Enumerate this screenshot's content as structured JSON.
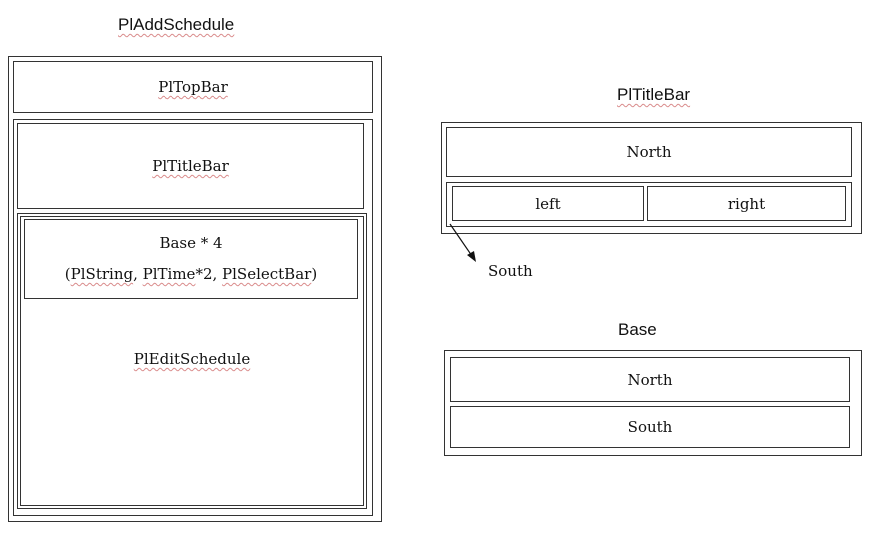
{
  "left_diagram": {
    "title": "PlAddSchedule",
    "topbar": "PlTopBar",
    "titlebar": "PlTitleBar",
    "base_line1": "Base * 4",
    "base_line2_open": "(",
    "base_line2_a": "PlString",
    "base_line2_sep1": ", ",
    "base_line2_b": "PlTime",
    "base_line2_b_suffix": "*2, ",
    "base_line2_c": "PlSelectBar",
    "base_line2_close": ")",
    "edit": "PlEditSchedule"
  },
  "titlebar_diagram": {
    "title": "PlTitleBar",
    "north": "North",
    "left": "left",
    "right": "right",
    "south": "South"
  },
  "base_diagram": {
    "title": "Base",
    "north": "North",
    "south": "South"
  }
}
